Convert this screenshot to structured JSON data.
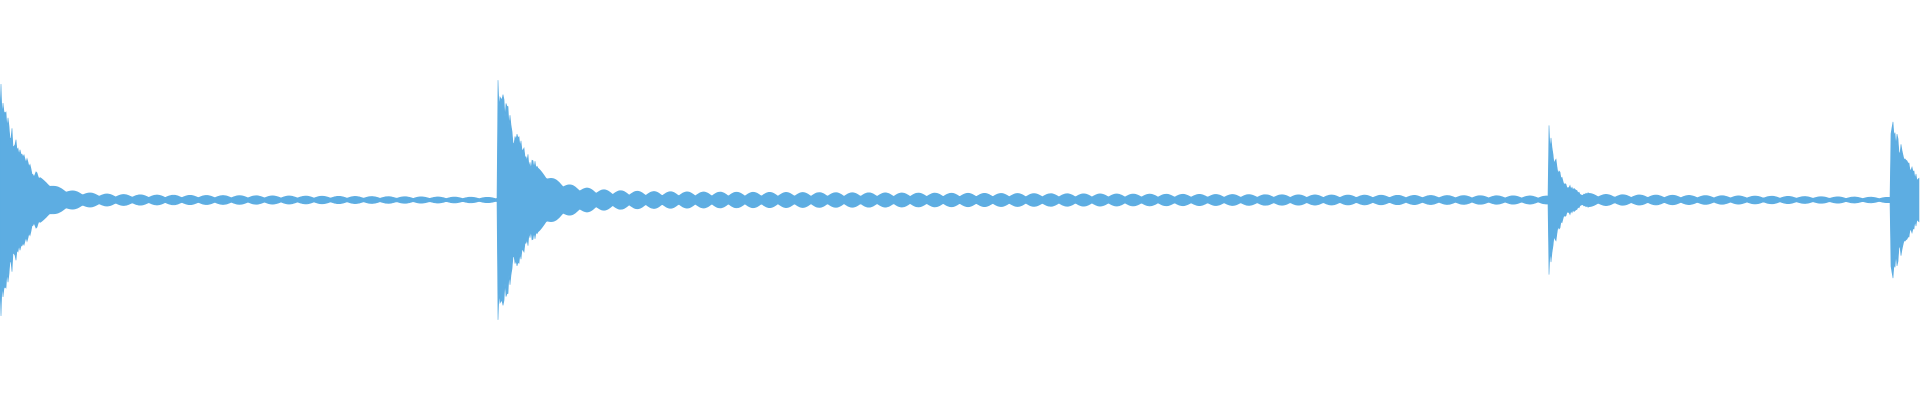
{
  "waveform": {
    "color": "#5dade2",
    "background": "#ffffff",
    "strike_count": 4,
    "strikes": [
      {
        "time": 0.0,
        "peak": 0.52,
        "decay": 22,
        "floor": 0.045,
        "sustain": 0.03
      },
      {
        "time": 0.259,
        "peak": 0.56,
        "decay": 26,
        "floor": 0.05,
        "sustain": 0.045
      },
      {
        "time": 0.807,
        "peak": 0.32,
        "decay": 10,
        "floor": 0.03,
        "sustain": 0.03
      },
      {
        "time": 0.985,
        "peak": 0.38,
        "decay": 20,
        "floor": 0.035,
        "sustain": 0.03
      }
    ],
    "baseline_level": 0.005
  }
}
